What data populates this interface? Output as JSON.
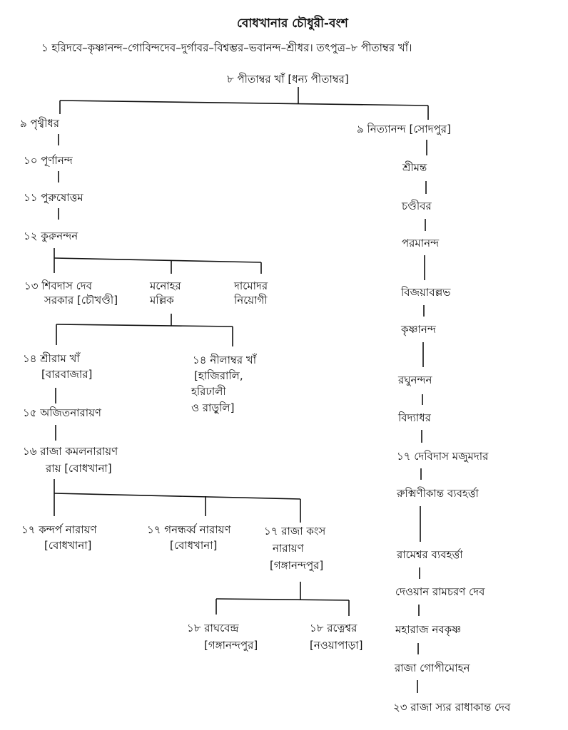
{
  "title": "বোধখানার চৌধুরী-বংশ",
  "subtitle": "১ হরিদবে–কৃষ্ণানন্দ–গোবিন্দদেব–দুর্গাবর–বিশ্বম্ভর–ভবানন্দ–শ্রীধর। তৎপুত্র–৮ পীতাম্বর খাঁ।",
  "root": "৮ পীতাম্বর খাঁ [ধন্য পীতাম্বর]",
  "left_branch": {
    "g9": "৯ পৃথ্বীধর",
    "g10": "১০ পূর্ণানন্দ",
    "g11": "১১ পুরুষোত্তম",
    "g12": "১২ কুরুনন্দন",
    "g13": [
      {
        "line1": "১৩ শিবদাস দেব",
        "line2": "সরকার [চৌখণ্ডী]"
      },
      {
        "line1": "মনোহর",
        "line2": "মল্লিক"
      },
      {
        "line1": "দামোদর",
        "line2": "নিয়োগী"
      }
    ],
    "g14": [
      {
        "line1": "১৪ শ্রীরাম খাঁ",
        "line2": "[বারবাজার]"
      },
      {
        "line1": "১৪ নীলাম্বর খাঁ",
        "line2": "[হাজিরালি,",
        "line3": "হরিঢালী",
        "line4": "ও রাড়ুলি]"
      }
    ],
    "g15": "১৫ অজিতনারায়ণ",
    "g16": {
      "line1": "১৬ রাজা কমলনারায়ণ",
      "line2": "রায় [বোধখানা]"
    },
    "g17": [
      {
        "line1": "১৭ কন্দর্প নারায়ণ",
        "line2": "[বোধখানা]"
      },
      {
        "line1": "১৭ গনন্ধর্ব্ব নারায়ণ",
        "line2": "[বোধখানা]"
      },
      {
        "line1": "১৭ রাজা কংস",
        "line2": "নারায়ণ",
        "line3": "[গঙ্গানন্দপুর]"
      }
    ],
    "g18": [
      {
        "line1": "১৮ রাঘবেন্দ্র",
        "line2": "[গঙ্গানন্দপুর]"
      },
      {
        "line1": "১৮ রত্নেশ্বর",
        "line2": "[নওয়াপাড়া]"
      }
    ]
  },
  "right_branch": {
    "head": "৯ নিত্যানন্দ [সোদপুর]",
    "chain": [
      "শ্রীমন্ত",
      "চণ্ডীবর",
      "পরমানন্দ",
      "বিজয়াবল্লভ",
      "কৃষ্ণানন্দ",
      "রঘুনন্দন",
      "বিদ্যাধর",
      "১৭ দেবিদাস মজুমদার",
      "রুক্মিণীকান্ত ব্যবহর্ত্তা",
      "রামেশ্বর ব্যবহর্ত্তা",
      "দেওয়ান রামচরণ দেব",
      "মহারাজ নবকৃষ্ণ",
      "রাজা গোপীমোহন",
      "২৩ রাজা স্যর রাধাকান্ত দেব"
    ]
  }
}
